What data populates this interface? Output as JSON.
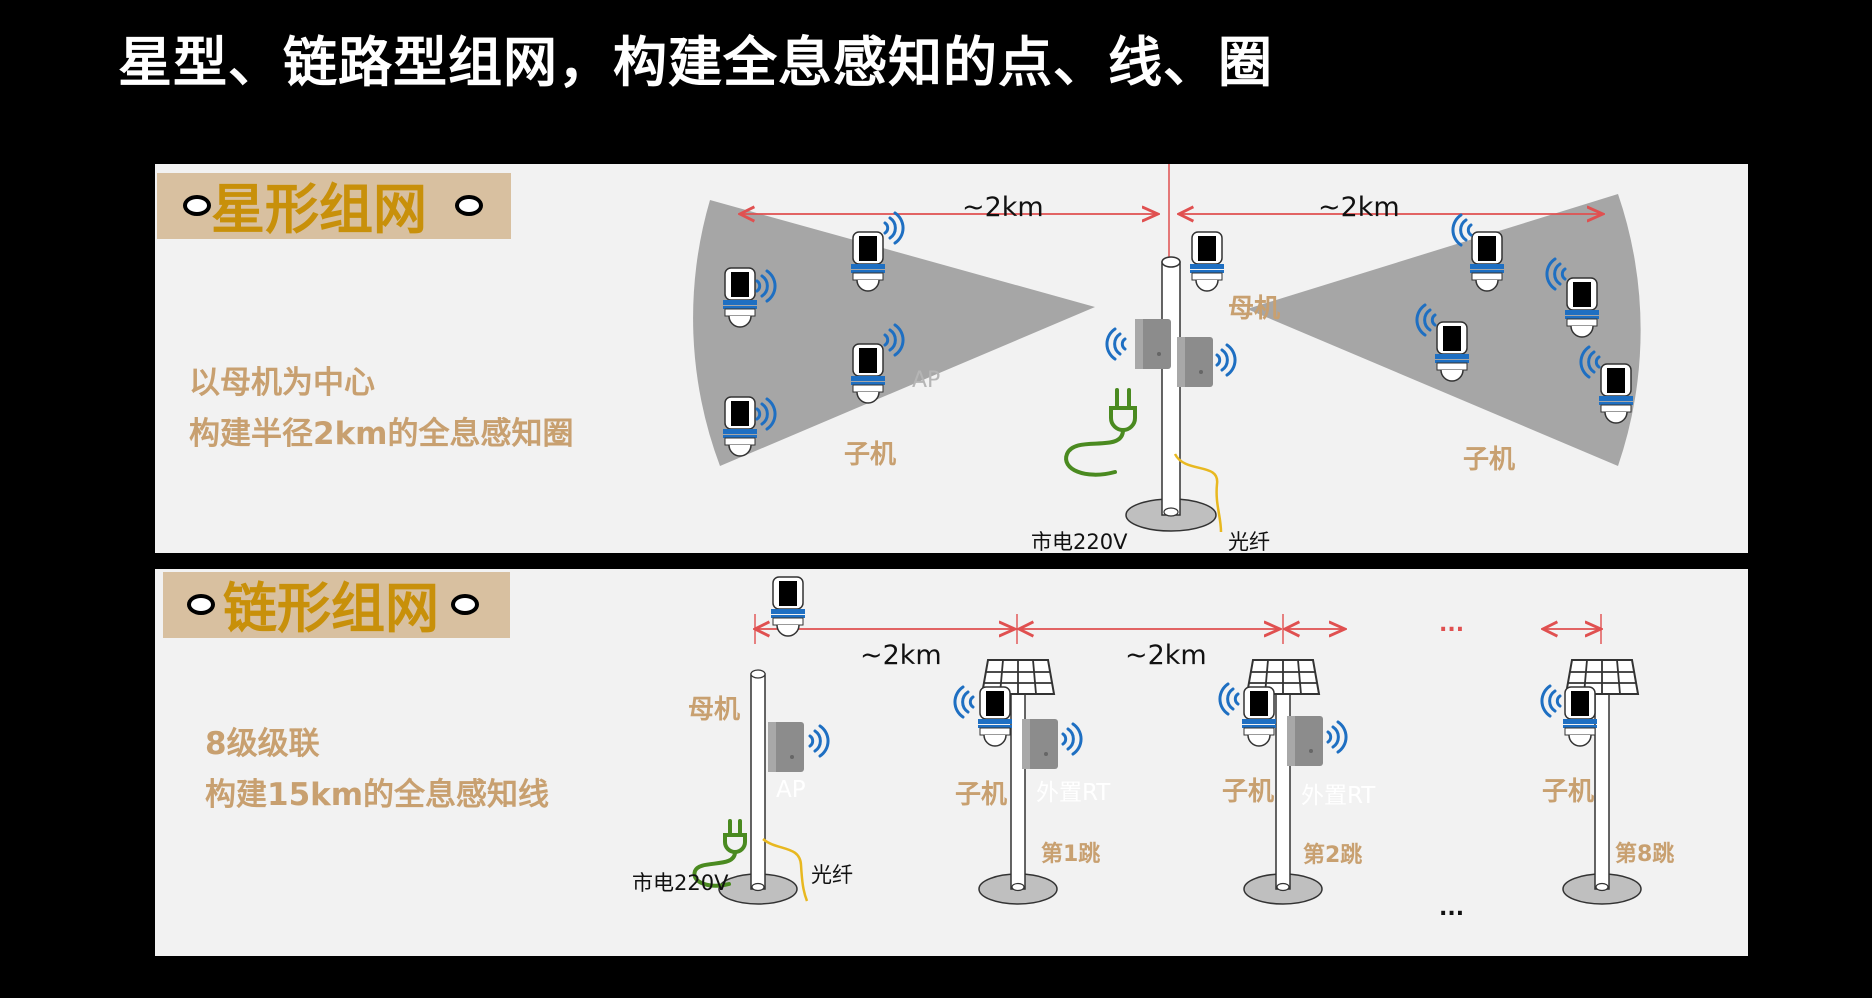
{
  "title": "星型、链路型组网，构建全息感知的点、线、圈",
  "star": {
    "tag": "星形组网",
    "desc_line1": "以母机为中心",
    "desc_line2": "构建半径2km的全息感知圈",
    "dist_left": "~2km",
    "dist_right": "~2km",
    "mother": "母机",
    "child_left": "子机",
    "child_right": "子机",
    "ap": "AP",
    "power": "市电220V",
    "fiber": "光纤"
  },
  "chain": {
    "tag": "链形组网",
    "desc_line1": "8级级联",
    "desc_line2": "构建15km的全息感知线",
    "dist_1": "~2km",
    "dist_2": "~2km",
    "ellipsis_top": "...",
    "ellipsis_bottom": "...",
    "mother": "母机",
    "ap": "AP",
    "power": "市电220V",
    "fiber": "光纤",
    "child": "子机",
    "relay": "外置RT",
    "hop1": "第1跳",
    "hop2": "第2跳",
    "hop8": "第8跳"
  },
  "colors": {
    "background": "#000000",
    "panel": "#f2f2f2",
    "tag_bg": "#d8c0a0",
    "tag_text": "#c8900a",
    "desc_text": "#c8a070",
    "arrow": "#e05050",
    "sector": "#a6a6a6",
    "signal": "#1e6fc2",
    "plug": "#4a8a20",
    "fiber": "#e8b820"
  },
  "icons": [
    "camera-icon",
    "wifi-signal-icon",
    "ap-box-icon",
    "solar-panel-icon",
    "power-plug-icon",
    "pole-icon"
  ]
}
